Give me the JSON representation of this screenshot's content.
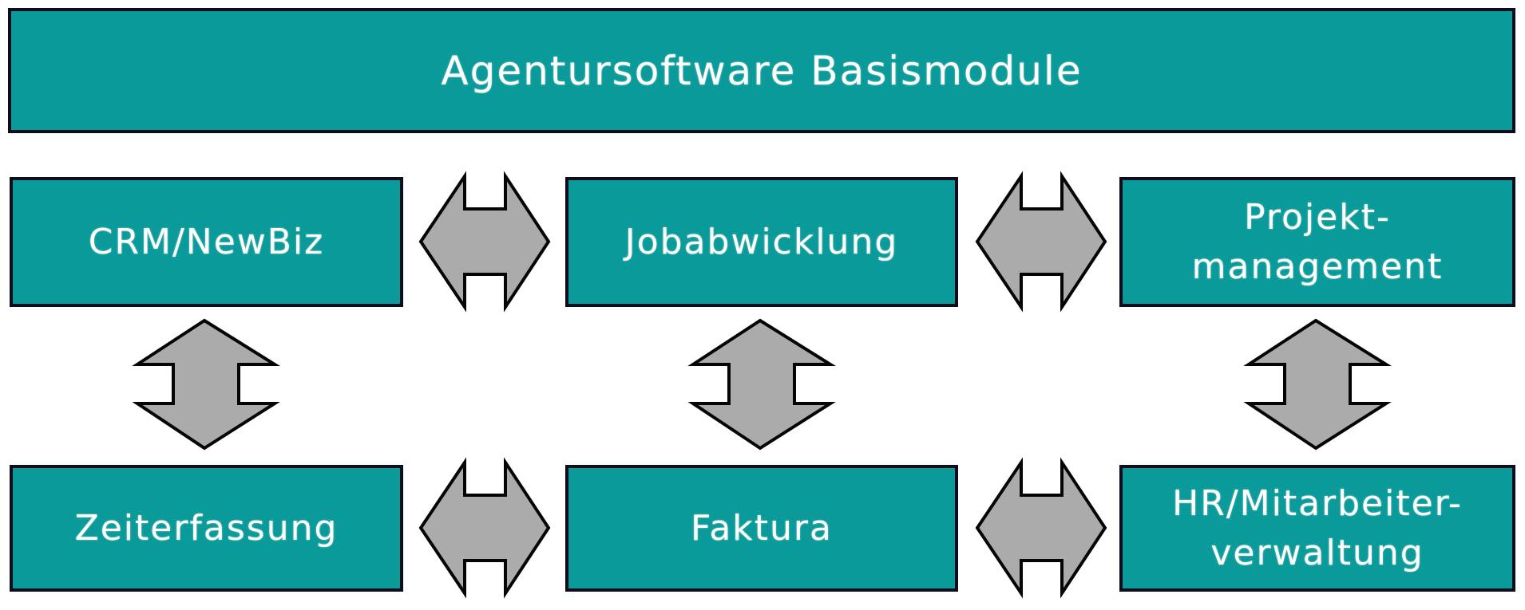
{
  "diagram": {
    "title": "Agentursoftware Basismodule",
    "row1": [
      {
        "label": "CRM/NewBiz"
      },
      {
        "label": "Jobabwicklung"
      },
      {
        "label": "Projekt-\nmanagement"
      }
    ],
    "row2": [
      {
        "label": "Zeiterfassung"
      },
      {
        "label": "Faktura"
      },
      {
        "label": "HR/Mitarbeiter-\nverwaltung"
      }
    ],
    "connectors": {
      "horizontal_count": 4,
      "vertical_count": 3,
      "style": "double-headed-notched-arrow"
    },
    "colors": {
      "box_fill": "#0a9a9a",
      "box_border": "#0d0d1c",
      "arrow_fill": "#ababab",
      "arrow_stroke": "#050505",
      "text": "#ffffff",
      "background": "#ffffff"
    }
  }
}
